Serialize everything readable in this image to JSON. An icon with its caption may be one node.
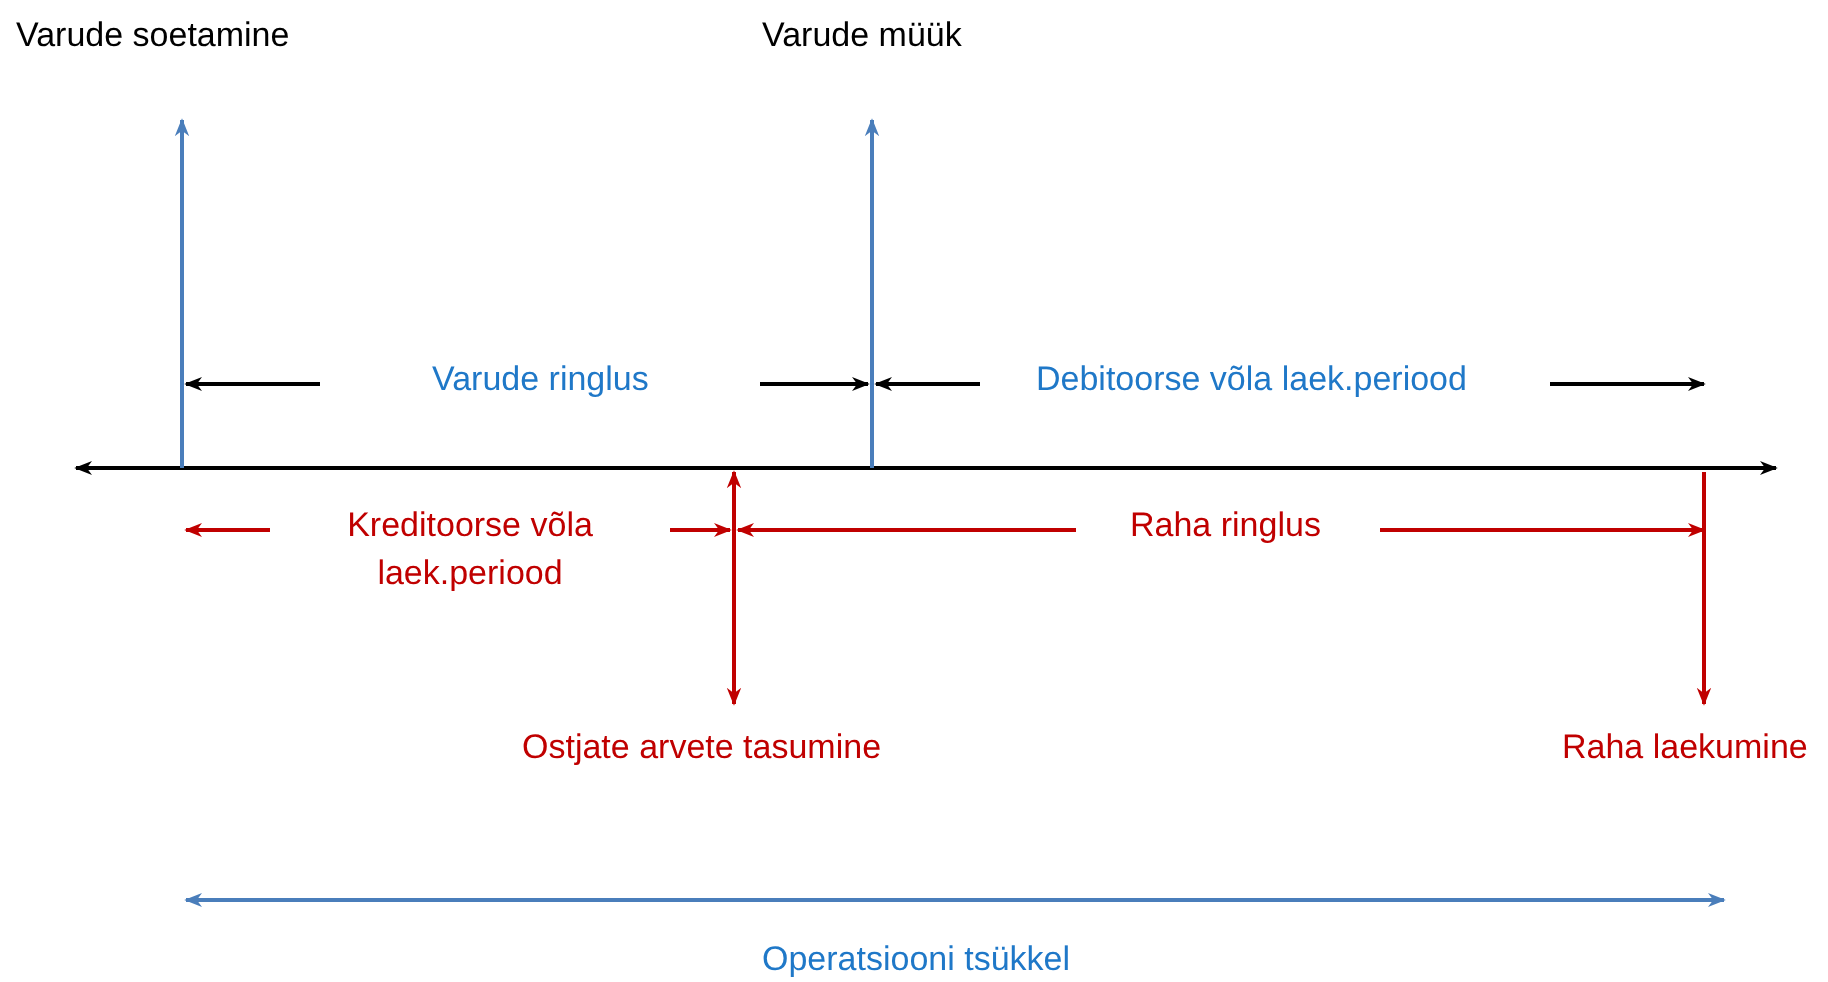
{
  "diagram": {
    "labels": [
      "Varude soetamine",
      "Varude müük",
      "Varude ringlus",
      "Debitoorse võla laek.periood",
      "Kreditoorse võla laek.periood",
      "Raha ringlus",
      "Ostjate arvete tasumine",
      "Raha laekumine",
      "Operatsiooni tsükkel"
    ]
  }
}
